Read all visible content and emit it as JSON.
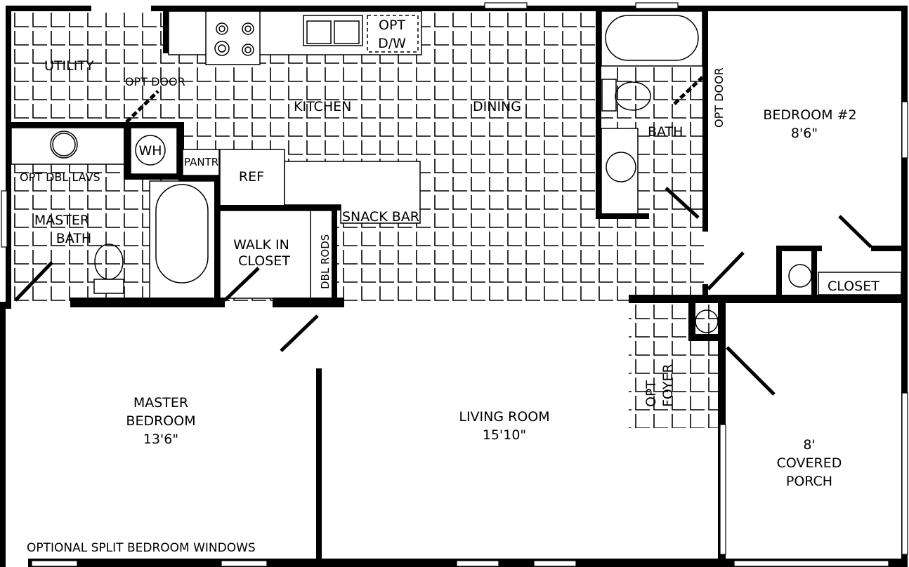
{
  "plan": {
    "rooms": {
      "utility": "UTILITY",
      "opt_door_utility": "OPT DOOR",
      "kitchen": "KITCHEN",
      "dining": "DINING",
      "opt_dw_1": "OPT",
      "opt_dw_2": "D/W",
      "wh": "WH",
      "pantry": "PANTRY",
      "ref": "REF",
      "snack_bar": "SNACK BAR",
      "opt_dbl_lavs": "OPT DBL LAVS",
      "master_bath_1": "MASTER",
      "master_bath_2": "BATH",
      "walk_in_closet_1": "WALK IN",
      "walk_in_closet_2": "CLOSET",
      "dbl_rods": "DBL RODS",
      "bath": "BATH",
      "opt_door_bath": "OPT DOOR",
      "bedroom2_name": "BEDROOM #2",
      "bedroom2_size": "8'6\"",
      "closet": "CLOSET",
      "opt_foyer_1": "OPT",
      "opt_foyer_2": "FOYER",
      "master_bedroom_1": "MASTER",
      "master_bedroom_2": "BEDROOM",
      "master_bedroom_size": "13'6\"",
      "living_room_name": "LIVING ROOM",
      "living_room_size": "15'10\"",
      "porch_size": "8'",
      "porch_1": "COVERED",
      "porch_2": "PORCH",
      "split_windows": "OPTIONAL SPLIT BEDROOM WINDOWS"
    },
    "colors": {
      "ink": "#000000",
      "paper": "#ffffff"
    }
  }
}
